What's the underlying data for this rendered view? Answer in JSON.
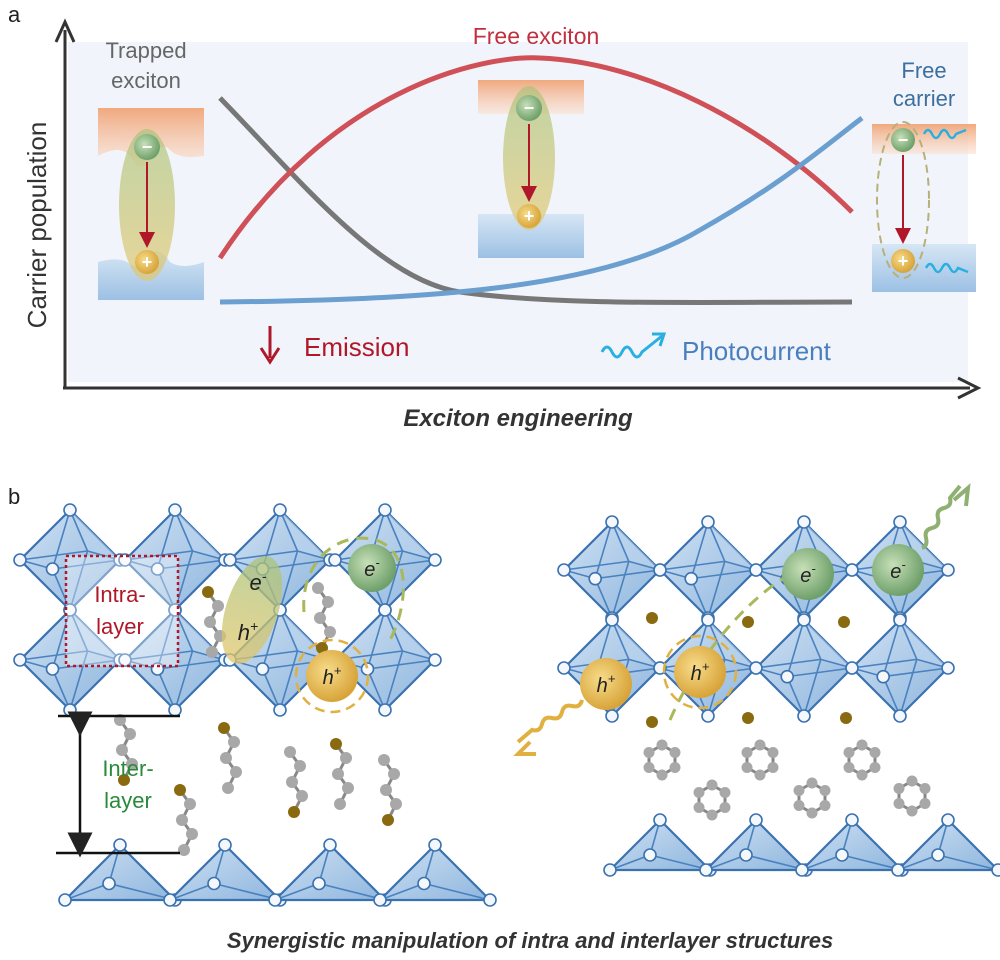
{
  "panel_a": {
    "panel_letter": "a",
    "y_axis_label": "Carrier population",
    "x_axis_label": "Exciton engineering",
    "trapped_label": [
      "Trapped",
      "exciton"
    ],
    "free_exciton_label": "Free exciton",
    "free_carrier_label": [
      "Free",
      "carrier"
    ],
    "emission_label": "Emission",
    "photocurrent_label": "Photocurrent",
    "electron_symbol": "−",
    "hole_symbol": "+",
    "colors": {
      "trapped_curve": "#666666",
      "free_exciton_curve": "#d0505a",
      "free_carrier_curve": "#6b9fd0",
      "emission": "#b0182a",
      "photocurrent": "#4a7fbf"
    }
  },
  "panel_b": {
    "panel_letter": "b",
    "intra_label": [
      "Intra-",
      "layer"
    ],
    "inter_label": [
      "Inter-",
      "layer"
    ],
    "electron_label": "e",
    "hole_label": "h",
    "minus_sup": "-",
    "plus_sup": "+",
    "caption": "Synergistic manipulation of intra and interlayer structures",
    "colors": {
      "intra": "#b0182a",
      "inter": "#2a8a3a",
      "electron": "#7fb07a",
      "hole": "#e0b040",
      "octahedron": "#a8c8e8"
    }
  }
}
